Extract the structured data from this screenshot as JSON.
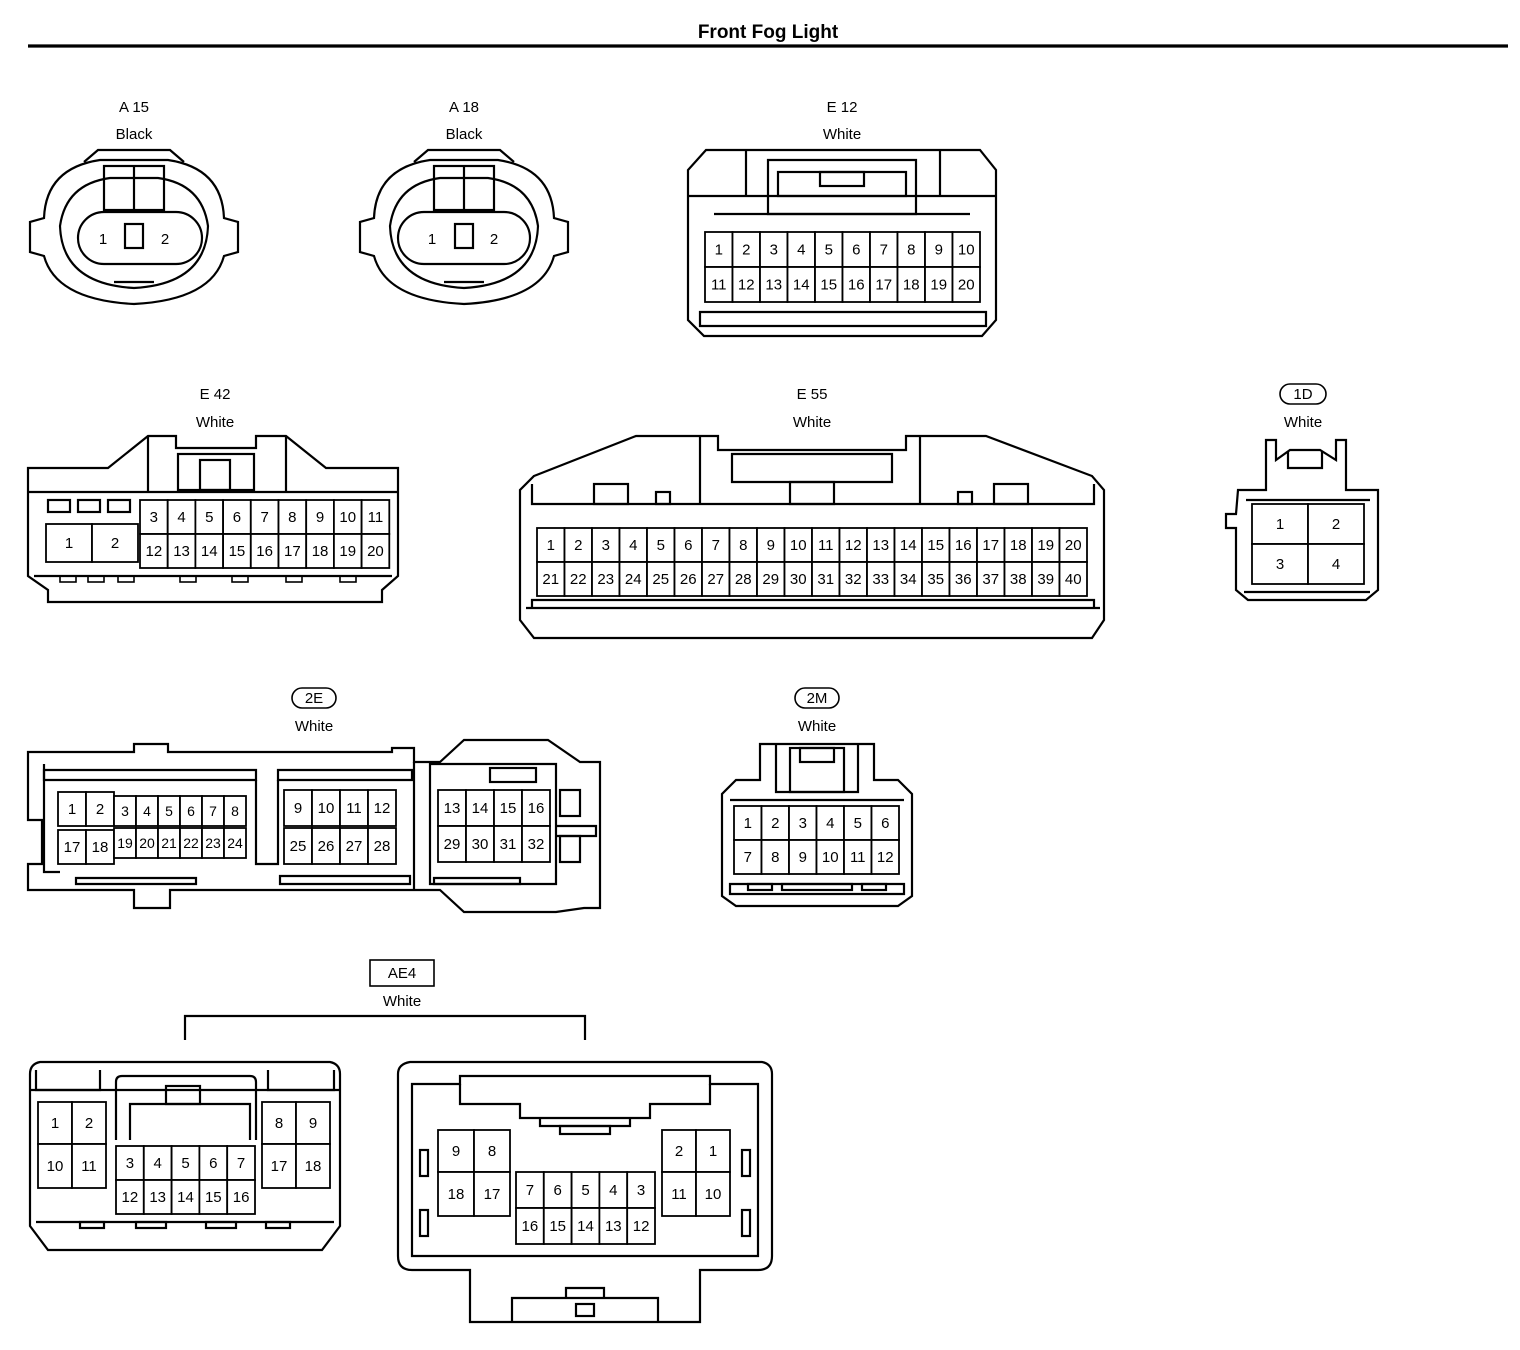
{
  "page": {
    "title": "Front Fog Light"
  },
  "connectors": {
    "a15": {
      "code": "A 15",
      "color": "Black",
      "pins": [
        "1",
        "2"
      ]
    },
    "a18": {
      "code": "A 18",
      "color": "Black",
      "pins": [
        "1",
        "2"
      ]
    },
    "e12": {
      "code": "E 12",
      "color": "White",
      "pins": [
        "1",
        "2",
        "3",
        "4",
        "5",
        "6",
        "7",
        "8",
        "9",
        "10",
        "11",
        "12",
        "13",
        "14",
        "15",
        "16",
        "17",
        "18",
        "19",
        "20"
      ]
    },
    "e42": {
      "code": "E 42",
      "color": "White",
      "pins": [
        "1",
        "2",
        "3",
        "4",
        "5",
        "6",
        "7",
        "8",
        "9",
        "10",
        "11",
        "12",
        "13",
        "14",
        "15",
        "16",
        "17",
        "18",
        "19",
        "20"
      ]
    },
    "e55": {
      "code": "E 55",
      "color": "White",
      "pins": [
        "1",
        "2",
        "3",
        "4",
        "5",
        "6",
        "7",
        "8",
        "9",
        "10",
        "11",
        "12",
        "13",
        "14",
        "15",
        "16",
        "17",
        "18",
        "19",
        "20",
        "21",
        "22",
        "23",
        "24",
        "25",
        "26",
        "27",
        "28",
        "29",
        "30",
        "31",
        "32",
        "33",
        "34",
        "35",
        "36",
        "37",
        "38",
        "39",
        "40"
      ]
    },
    "c1d": {
      "code": "1D",
      "color": "White",
      "pins": [
        "1",
        "2",
        "3",
        "4"
      ]
    },
    "c2e": {
      "code": "2E",
      "color": "White",
      "pins": [
        "1",
        "2",
        "3",
        "4",
        "5",
        "6",
        "7",
        "8",
        "9",
        "10",
        "11",
        "12",
        "13",
        "14",
        "15",
        "16",
        "17",
        "18",
        "19",
        "20",
        "21",
        "22",
        "23",
        "24",
        "25",
        "26",
        "27",
        "28",
        "29",
        "30",
        "31",
        "32"
      ]
    },
    "c2m": {
      "code": "2M",
      "color": "White",
      "pins": [
        "1",
        "2",
        "3",
        "4",
        "5",
        "6",
        "7",
        "8",
        "9",
        "10",
        "11",
        "12"
      ]
    },
    "ae4": {
      "code": "AE4",
      "color": "White",
      "male_pins": [
        "1",
        "2",
        "3",
        "4",
        "5",
        "6",
        "7",
        "8",
        "9",
        "10",
        "11",
        "12",
        "13",
        "14",
        "15",
        "16",
        "17",
        "18"
      ],
      "female_pins": [
        "1",
        "2",
        "3",
        "4",
        "5",
        "6",
        "7",
        "8",
        "9",
        "10",
        "11",
        "12",
        "13",
        "14",
        "15",
        "16",
        "17",
        "18"
      ]
    }
  }
}
